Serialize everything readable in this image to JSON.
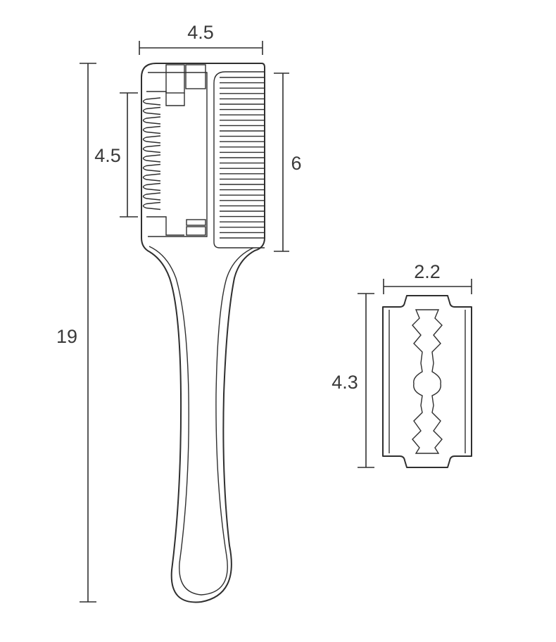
{
  "dimensions": {
    "comb_width": "4.5",
    "blade_section_height": "4.5",
    "teeth_height": "6",
    "total_length": "19",
    "blade_width": "2.2",
    "blade_height": "4.3"
  },
  "colors": {
    "line": "#2f2f2f",
    "text": "#3a3a3a",
    "background": "#ffffff"
  }
}
